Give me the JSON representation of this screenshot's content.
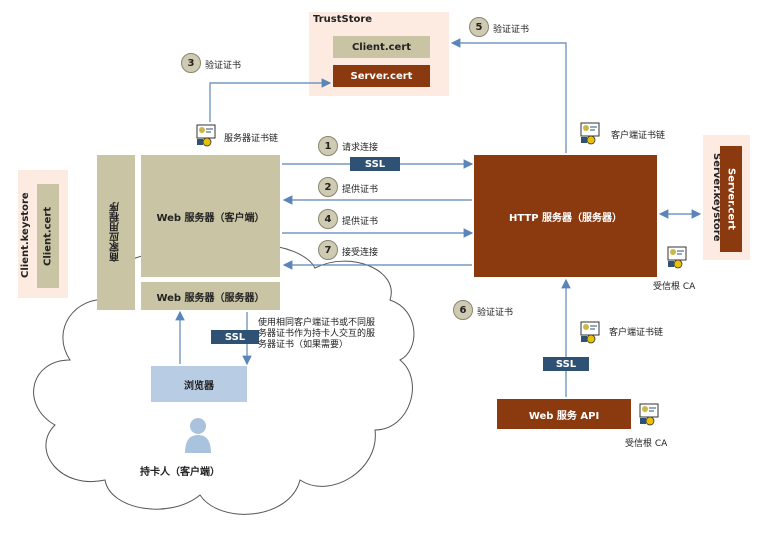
{
  "truststore": {
    "title": "TrustStore",
    "client_cert": "Client.cert",
    "server_cert": "Server.cert"
  },
  "client_keystore": {
    "title": "Client.keystore",
    "cert": "Client.cert"
  },
  "server_keystore": {
    "title": "Server.keystore",
    "cert": "Server.cert"
  },
  "merchant_app": "商家应用程序",
  "web_server_client": "Web 服务器（客户端）",
  "web_server_server": "Web 服务器（服务器）",
  "http_server": "HTTP 服务器（服务器）",
  "web_service_api": "Web 服务 API",
  "browser": "浏览器",
  "cardholder": "持卡人（客户端）",
  "steps": {
    "s1": {
      "num": "1",
      "label": "请求连接"
    },
    "s2": {
      "num": "2",
      "label": "提供证书"
    },
    "s3": {
      "num": "3",
      "label": "验证证书"
    },
    "s4": {
      "num": "4",
      "label": "提供证书"
    },
    "s5": {
      "num": "5",
      "label": "验证证书"
    },
    "s6": {
      "num": "6",
      "label": "验证证书"
    },
    "s7": {
      "num": "7",
      "label": "接受连接"
    }
  },
  "ssl": "SSL",
  "server_cert_chain": "服务器证书链",
  "client_cert_chain_top": "客户端证书链",
  "client_cert_chain_bottom": "客户端证书链",
  "trusted_root_ca_right": "受信根 CA",
  "trusted_root_ca_bottom": "受信根 CA",
  "note": "使用相同客户端证书或不同服务器证书作为持卡人交互的服务器证书（如果需要）",
  "colors": {
    "brown": "#8b3a10",
    "khaki": "#c9c4a4",
    "peach": "#fdebe1",
    "navy": "#2f5173",
    "browser_blue": "#b8cde4"
  }
}
